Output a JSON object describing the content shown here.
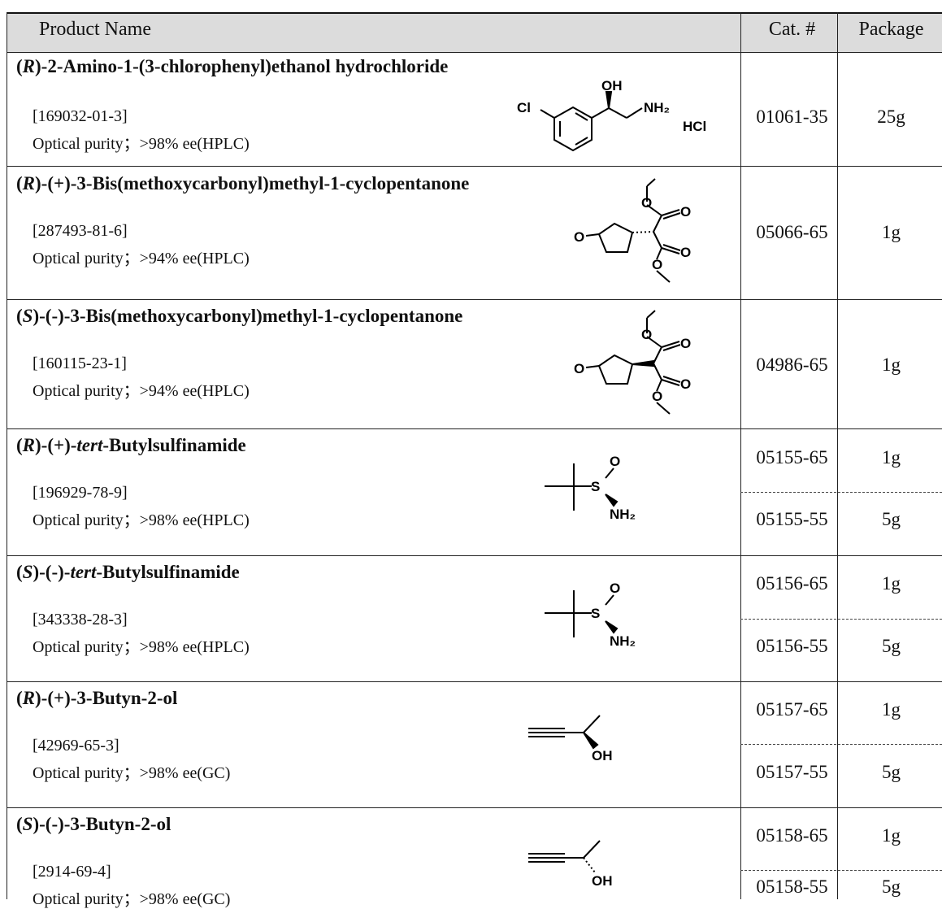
{
  "header": {
    "product_name": "Product Name",
    "cat_no": "Cat. #",
    "package": "Package"
  },
  "products": [
    {
      "prefix": "(",
      "stereo": "R",
      "suffix": ")-2-Amino-1-(3-chlorophenyl)ethanol hydrochloride",
      "cas": "[169032-01-3]",
      "purity": "Optical purity；>98% ee(HPLC)",
      "variants": [
        {
          "cat": "01061-35",
          "pkg": "25g"
        }
      ],
      "structure_labels": {
        "oh": "OH",
        "nh2": "NH₂",
        "hcl": "HCl",
        "cl": "Cl"
      }
    },
    {
      "prefix": "(",
      "stereo": "R",
      "suffix": ")-(+)-3-Bis(methoxycarbonyl)methyl-1-cyclopentanone",
      "cas": "[287493-81-6]",
      "purity": "Optical purity；>94% ee(HPLC)",
      "variants": [
        {
          "cat": "05066-65",
          "pkg": "1g"
        }
      ],
      "structure_labels": {
        "o": "O"
      }
    },
    {
      "prefix": "(",
      "stereo": "S",
      "suffix": ")-(-)-3-Bis(methoxycarbonyl)methyl-1-cyclopentanone",
      "cas": "[160115-23-1]",
      "purity": "Optical purity；>94% ee(HPLC)",
      "variants": [
        {
          "cat": "04986-65",
          "pkg": "1g"
        }
      ],
      "structure_labels": {
        "o": "O"
      }
    },
    {
      "prefix": "(",
      "stereo": "R",
      "suffix": ")-(+)-",
      "italic": "tert",
      "suffix2": "-Butylsulfinamide",
      "cas": "[196929-78-9]",
      "purity": "Optical purity；>98% ee(HPLC)",
      "variants": [
        {
          "cat": "05155-65",
          "pkg": "1g"
        },
        {
          "cat": "05155-55",
          "pkg": "5g"
        }
      ],
      "structure_labels": {
        "o": "O",
        "s": "S",
        "nh2": "NH₂"
      }
    },
    {
      "prefix": "(",
      "stereo": "S",
      "suffix": ")-(-)-",
      "italic": "tert",
      "suffix2": "-Butylsulfinamide",
      "cas": "[343338-28-3]",
      "purity": "Optical purity；>98% ee(HPLC)",
      "variants": [
        {
          "cat": "05156-65",
          "pkg": "1g"
        },
        {
          "cat": "05156-55",
          "pkg": "5g"
        }
      ],
      "structure_labels": {
        "o": "O",
        "s": "S",
        "nh2": "NH₂"
      }
    },
    {
      "prefix": "(",
      "stereo": "R",
      "suffix": ")-(+)-3-Butyn-2-ol",
      "cas": "[42969-65-3]",
      "purity": "Optical purity；>98% ee(GC)",
      "variants": [
        {
          "cat": "05157-65",
          "pkg": "1g"
        },
        {
          "cat": "05157-55",
          "pkg": "5g"
        }
      ],
      "structure_labels": {
        "oh": "OH"
      }
    },
    {
      "prefix": "(",
      "stereo": "S",
      "suffix": ")-(-)-3-Butyn-2-ol",
      "cas": "[2914-69-4]",
      "purity": "Optical purity；>98% ee(GC)",
      "variants": [
        {
          "cat": "05158-65",
          "pkg": "1g"
        },
        {
          "cat": "05158-55",
          "pkg": "5g"
        }
      ],
      "structure_labels": {
        "oh": "OH"
      }
    }
  ]
}
